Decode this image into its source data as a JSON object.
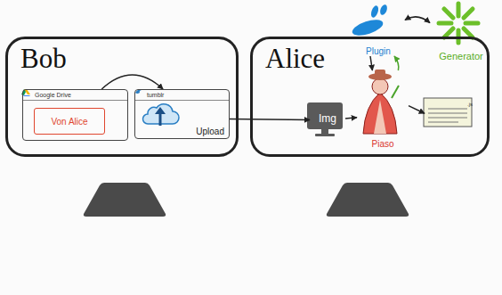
{
  "diagram": {
    "nodes": [
      {
        "text": [
          "Bob"
        ]
      },
      {
        "text": [
          "Google Drive"
        ],
        "in": 0
      },
      {
        "text": [
          "Von Alice"
        ],
        "in": 1
      },
      {
        "text": [
          "tumblr",
          "Upload"
        ],
        "in": 0
      },
      {
        "text": [
          "Alice"
        ]
      },
      {
        "text": [
          "Img"
        ],
        "in": 4
      },
      {
        "text": [
          "Plugin"
        ],
        "in": 4
      },
      {
        "text": [
          "Generator"
        ],
        "in": 4
      },
      {
        "text": [
          "Piaso"
        ],
        "in": 4
      },
      {
        "text": [
          ".js"
        ],
        "in": 4
      }
    ],
    "edges": [
      {
        "from": 1,
        "to": 3,
        "arrow": "to"
      },
      {
        "from": 3,
        "to": 5,
        "arrow": "to"
      },
      {
        "from": 5,
        "to": 8,
        "arrow": "to"
      },
      {
        "from": 6,
        "to": 7,
        "arrow": "both"
      },
      {
        "from": 6,
        "to": 8,
        "arrow": "to"
      },
      {
        "from": 8,
        "to": 6,
        "arrow": "to"
      },
      {
        "from": 8,
        "to": 9,
        "arrow": "to"
      }
    ]
  }
}
